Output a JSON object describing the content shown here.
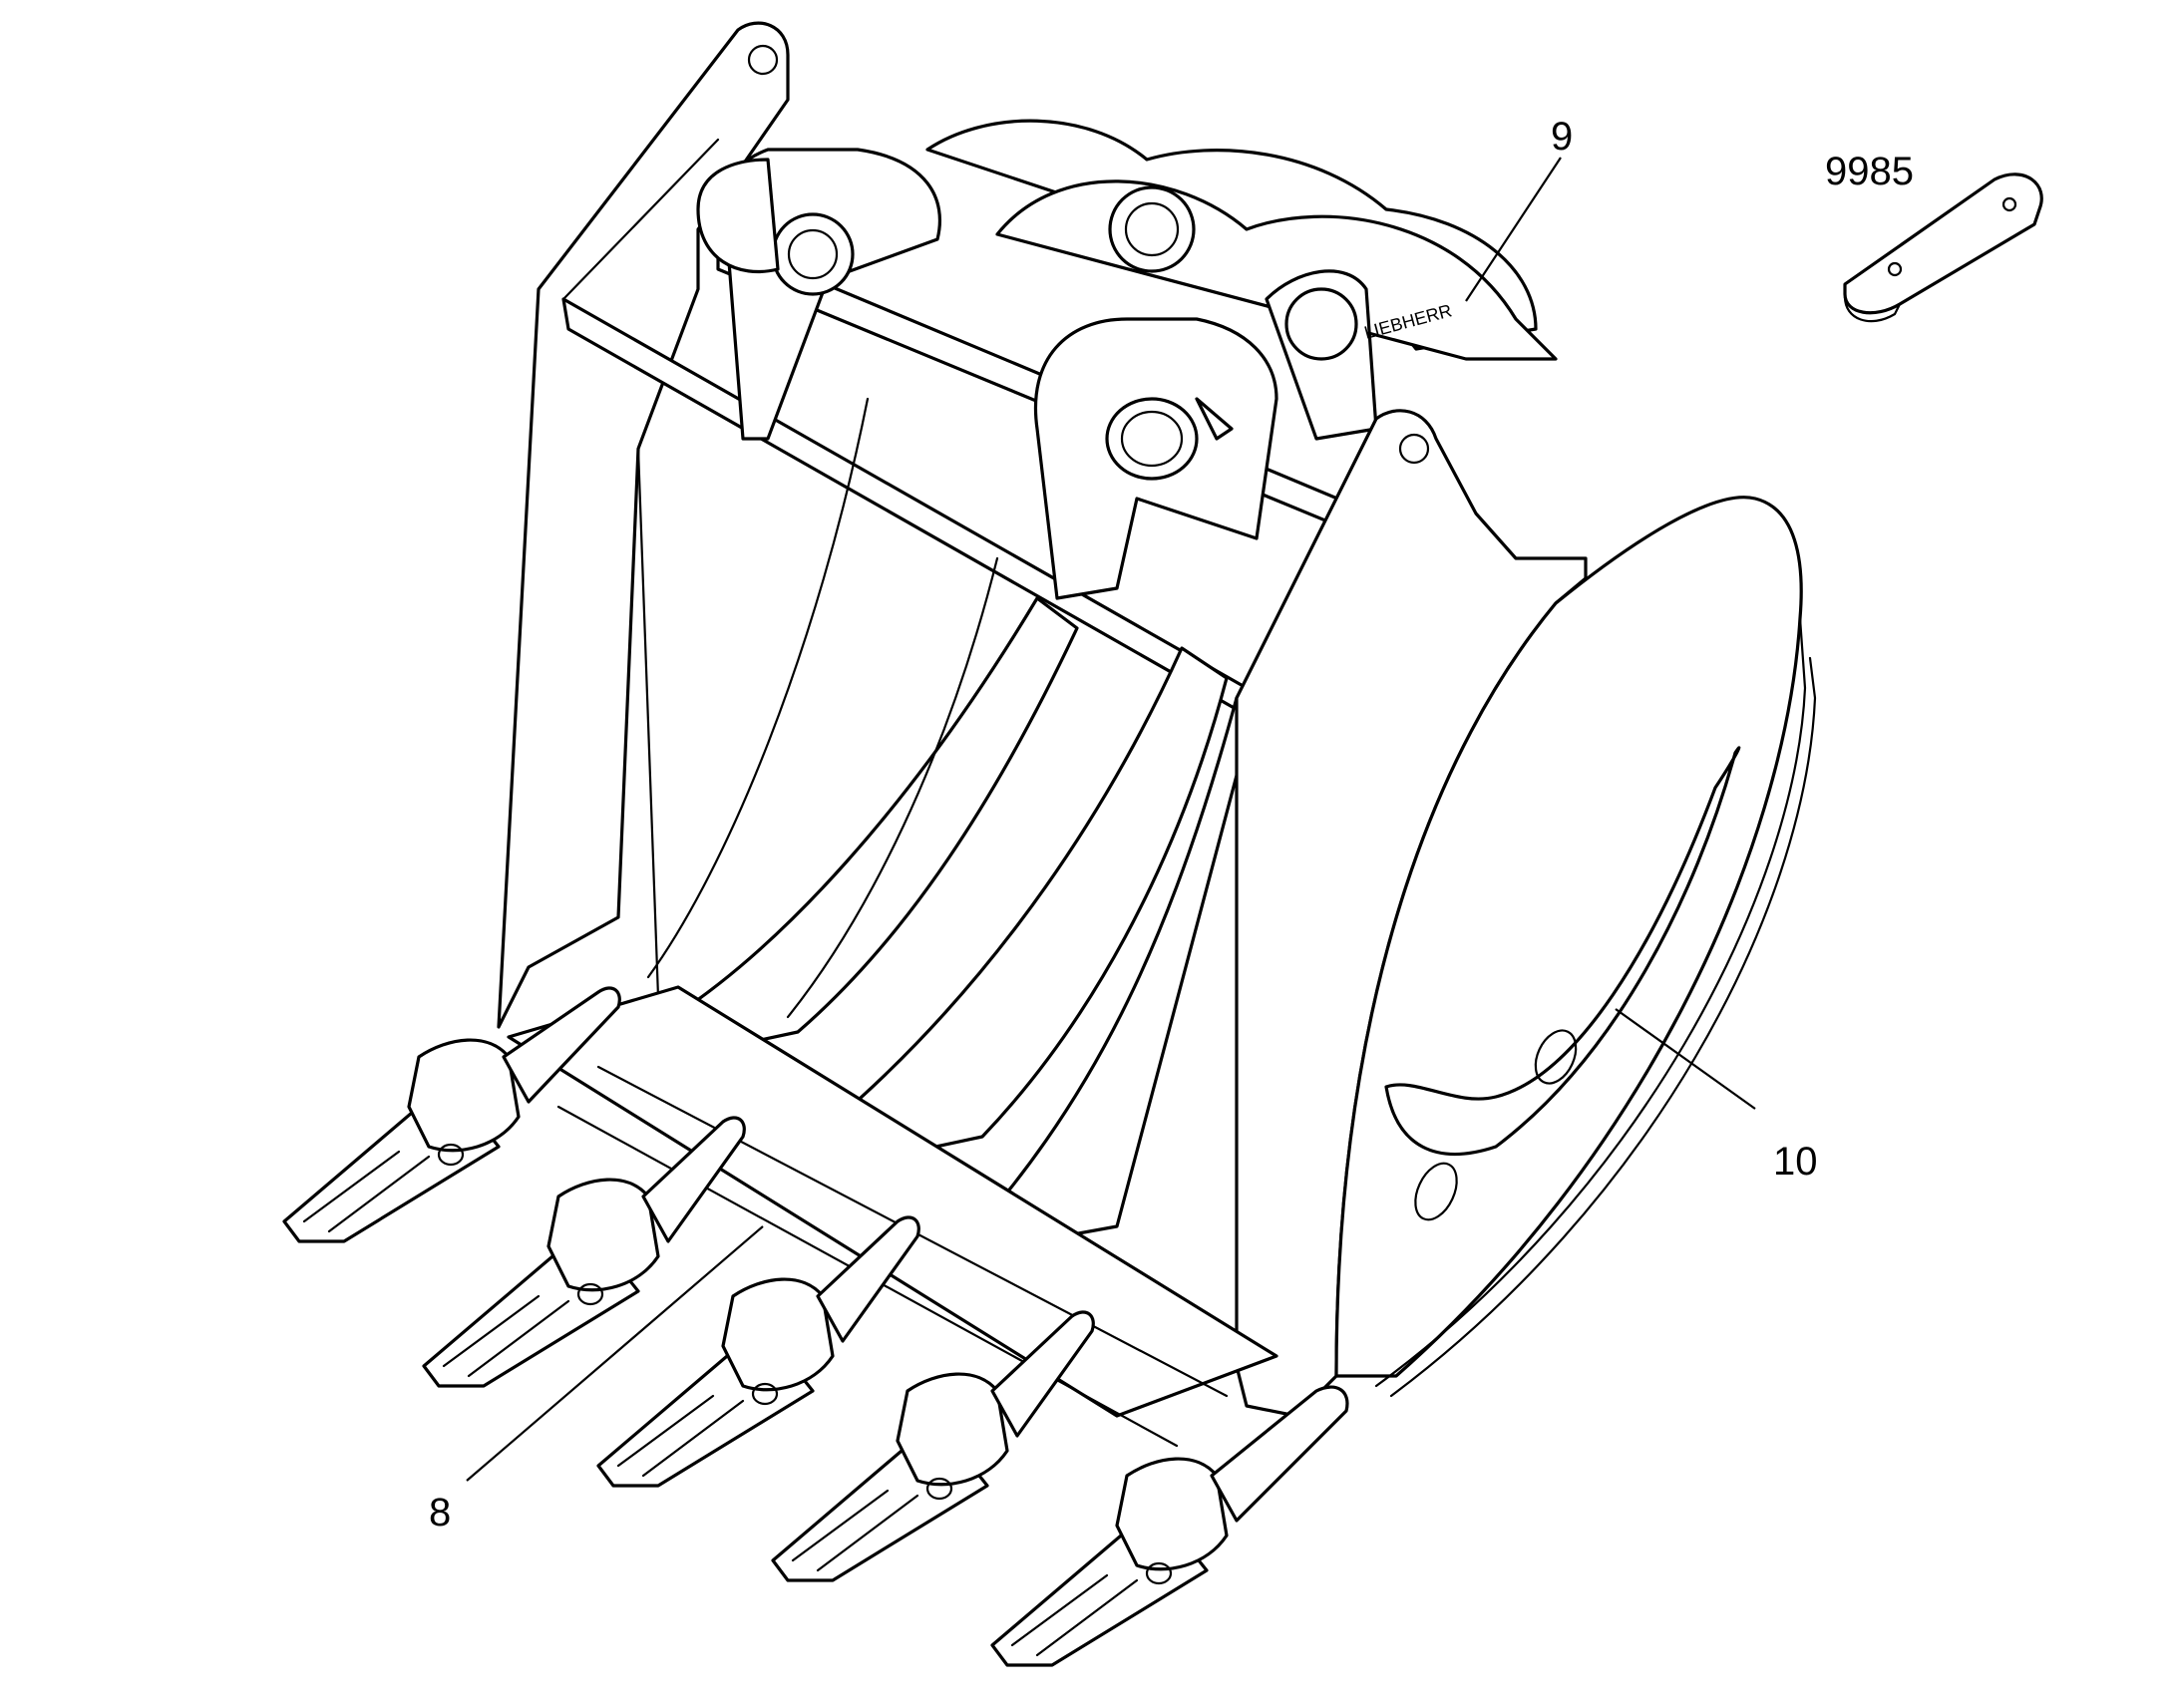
{
  "callouts": {
    "c9": "9",
    "c9985": "9985",
    "c10": "10",
    "c8": "8"
  },
  "colors": {
    "line": "#000000",
    "background": "#ffffff"
  }
}
